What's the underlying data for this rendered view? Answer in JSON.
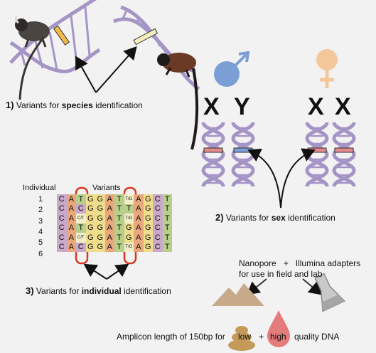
{
  "labels": {
    "species": {
      "num": "1)",
      "pre": "Variants for ",
      "bold": "species",
      "post": " identification"
    },
    "sex": {
      "num": "2)",
      "pre": "Variants for ",
      "bold": "sex",
      "post": " identification"
    },
    "individual": {
      "num": "3)",
      "pre": "Variants for ",
      "bold": "individual",
      "post": " identification"
    }
  },
  "chromosomes": {
    "male": [
      "X",
      "Y"
    ],
    "female": [
      "X",
      "X"
    ]
  },
  "table": {
    "header_individual": "Individual",
    "header_variants": "Variants",
    "row_ids": [
      "1",
      "2",
      "3",
      "4",
      "5",
      "6"
    ],
    "rows": [
      [
        "C",
        "A",
        "T",
        "G",
        "G",
        "A",
        "T",
        "T/G",
        "A",
        "G",
        "C",
        "T"
      ],
      [
        "C",
        "A",
        "C",
        "G",
        "G",
        "A",
        "T",
        "T",
        "A",
        "G",
        "C",
        "T"
      ],
      [
        "C",
        "A",
        "C/T",
        "G",
        "G",
        "A",
        "T",
        "T/G",
        "A",
        "G",
        "C",
        "T"
      ],
      [
        "C",
        "A",
        "T",
        "G",
        "G",
        "A",
        "T",
        "G",
        "A",
        "G",
        "C",
        "T"
      ],
      [
        "C",
        "A",
        "C/T",
        "G",
        "G",
        "A",
        "T",
        "G",
        "A",
        "G",
        "C",
        "T"
      ],
      [
        "C",
        "A",
        "C",
        "G",
        "G",
        "A",
        "T",
        "T/G",
        "A",
        "G",
        "C",
        "T"
      ]
    ],
    "colors": {
      "C": "#c9a8c9",
      "A": "#e8a87c",
      "T": "#b7cf8a",
      "G": "#f0dd8c",
      "mix": "#f2eec8"
    }
  },
  "adapters": {
    "line1_a": "Nanopore",
    "plus": "+",
    "line1_b": "Illumina adapters",
    "line2": "for use in field and lab"
  },
  "amplicon": {
    "pre": "Amplicon length of  150bp for",
    "low": "low",
    "plus": "+",
    "high": "high",
    "post": "quality DNA"
  },
  "palette": {
    "dna": "#a594c6",
    "dna_dark": "#8c7ab3",
    "male": "#7b9fd4",
    "female": "#f3c79a",
    "highlight": "#d9381e",
    "mountain": "#c8a98a",
    "flask": "#a6a6a6",
    "poop": "#c49a5a",
    "drop": "#e47c7c"
  },
  "icons": [
    "monkey-icon",
    "male-symbol-icon",
    "female-symbol-icon",
    "mountain-icon",
    "flask-icon",
    "poop-icon",
    "blood-drop-icon"
  ]
}
